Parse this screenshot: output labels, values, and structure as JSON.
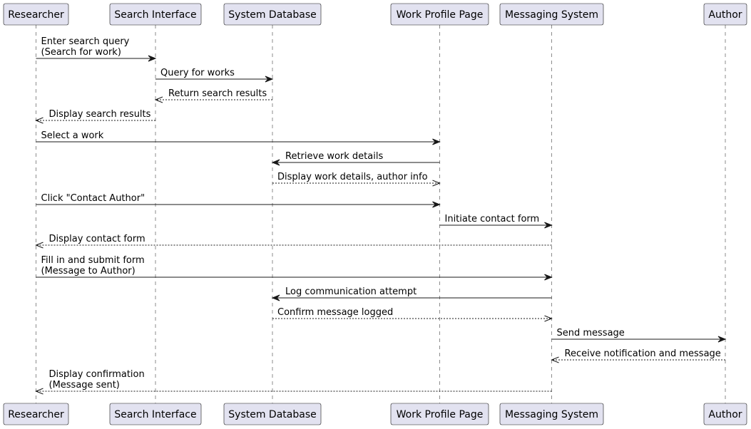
{
  "participants": [
    {
      "id": "researcher",
      "label": "Researcher"
    },
    {
      "id": "search",
      "label": "Search Interface"
    },
    {
      "id": "db",
      "label": "System Database"
    },
    {
      "id": "profile",
      "label": "Work Profile Page"
    },
    {
      "id": "messaging",
      "label": "Messaging System"
    },
    {
      "id": "author",
      "label": "Author"
    }
  ],
  "messages": [
    {
      "from": 0,
      "to": 1,
      "type": "sync",
      "lines": [
        "Enter search query",
        "(Search for work)"
      ]
    },
    {
      "from": 1,
      "to": 2,
      "type": "sync",
      "lines": [
        "Query for works"
      ]
    },
    {
      "from": 2,
      "to": 1,
      "type": "reply",
      "lines": [
        "Return search results"
      ]
    },
    {
      "from": 1,
      "to": 0,
      "type": "reply",
      "lines": [
        "Display search results"
      ]
    },
    {
      "from": 0,
      "to": 3,
      "type": "sync",
      "lines": [
        "Select a work"
      ]
    },
    {
      "from": 3,
      "to": 2,
      "type": "sync",
      "lines": [
        "Retrieve work details"
      ]
    },
    {
      "from": 2,
      "to": 3,
      "type": "reply",
      "lines": [
        "Display work details, author info"
      ]
    },
    {
      "from": 0,
      "to": 3,
      "type": "sync",
      "lines": [
        "Click \"Contact Author\""
      ]
    },
    {
      "from": 3,
      "to": 4,
      "type": "sync",
      "lines": [
        "Initiate contact form"
      ]
    },
    {
      "from": 4,
      "to": 0,
      "type": "reply",
      "lines": [
        "Display contact form"
      ]
    },
    {
      "from": 0,
      "to": 4,
      "type": "sync",
      "lines": [
        "Fill in and submit form",
        "(Message to Author)"
      ]
    },
    {
      "from": 4,
      "to": 2,
      "type": "sync",
      "lines": [
        "Log communication attempt"
      ]
    },
    {
      "from": 2,
      "to": 4,
      "type": "reply",
      "lines": [
        "Confirm message logged"
      ]
    },
    {
      "from": 4,
      "to": 5,
      "type": "sync",
      "lines": [
        "Send message"
      ]
    },
    {
      "from": 5,
      "to": 4,
      "type": "reply",
      "lines": [
        "Receive notification and message"
      ]
    },
    {
      "from": 4,
      "to": 0,
      "type": "reply",
      "lines": [
        "Display confirmation",
        "(Message sent)"
      ]
    }
  ]
}
